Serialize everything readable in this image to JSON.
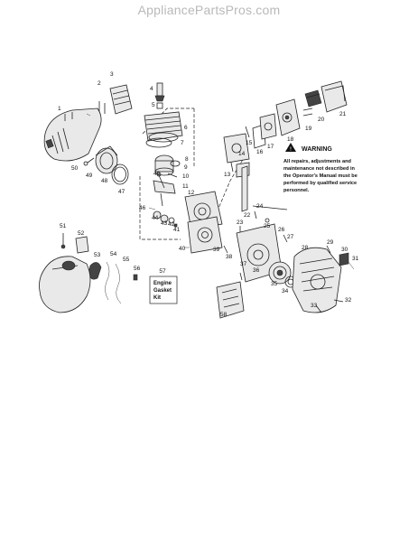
{
  "site": {
    "title": "AppliancePartsPros.com"
  },
  "warning": {
    "title": "WARNING",
    "lines": [
      "All repairs, adjustments and",
      "maintenance not described in",
      "the Operator's Manual must be",
      "performed by qualified service",
      "personnel."
    ]
  },
  "kit": {
    "number": "57",
    "lines": [
      "Engine",
      "Gasket",
      "Kit"
    ]
  },
  "callouts": [
    "1",
    "2",
    "3",
    "4",
    "5",
    "6",
    "7",
    "8",
    "9",
    "10",
    "11",
    "12",
    "13",
    "14",
    "15",
    "16",
    "17",
    "18",
    "19",
    "20",
    "21",
    "22",
    "23",
    "24",
    "25",
    "26",
    "27",
    "28",
    "29",
    "30",
    "31",
    "32",
    "33",
    "34",
    "35",
    "36",
    "37",
    "38",
    "39",
    "40",
    "41",
    "42",
    "43",
    "44",
    "45",
    "46",
    "47",
    "48",
    "49",
    "50",
    "51",
    "52",
    "53",
    "54",
    "55",
    "56",
    "58"
  ],
  "colors": {
    "site_title": "#b9b9b9",
    "line_art": "#222222"
  }
}
